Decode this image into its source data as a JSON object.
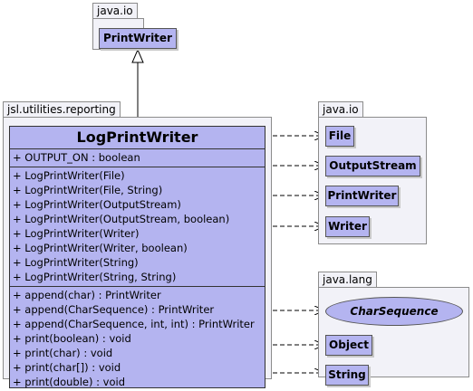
{
  "packages": {
    "top": {
      "name": "java.io",
      "class": "PrintWriter"
    },
    "main": {
      "name": "jsl.utilities.reporting"
    },
    "right_io": {
      "name": "java.io",
      "classes": [
        "File",
        "OutputStream",
        "PrintWriter",
        "Writer"
      ]
    },
    "right_lang": {
      "name": "java.lang",
      "interface": "CharSequence",
      "classes": [
        "Object",
        "String"
      ]
    }
  },
  "main_class": {
    "name": "LogPrintWriter",
    "fields": [
      "+ OUTPUT_ON : boolean"
    ],
    "constructors": [
      "+ LogPrintWriter(File)",
      "+ LogPrintWriter(File, String)",
      "+ LogPrintWriter(OutputStream)",
      "+ LogPrintWriter(OutputStream, boolean)",
      "+ LogPrintWriter(Writer)",
      "+ LogPrintWriter(Writer, boolean)",
      "+ LogPrintWriter(String)",
      "+ LogPrintWriter(String, String)"
    ],
    "methods": [
      "+ append(char) : PrintWriter",
      "+ append(CharSequence) : PrintWriter",
      "+ append(CharSequence, int, int) : PrintWriter",
      "+ print(boolean) : void",
      "+ print(char) : void",
      "+ print(char[]) : void",
      "+ print(double) : void"
    ]
  },
  "colors": {
    "class_fill": "#b4b4f0",
    "package_fill": "#f2f2f8",
    "border": "#333333"
  }
}
